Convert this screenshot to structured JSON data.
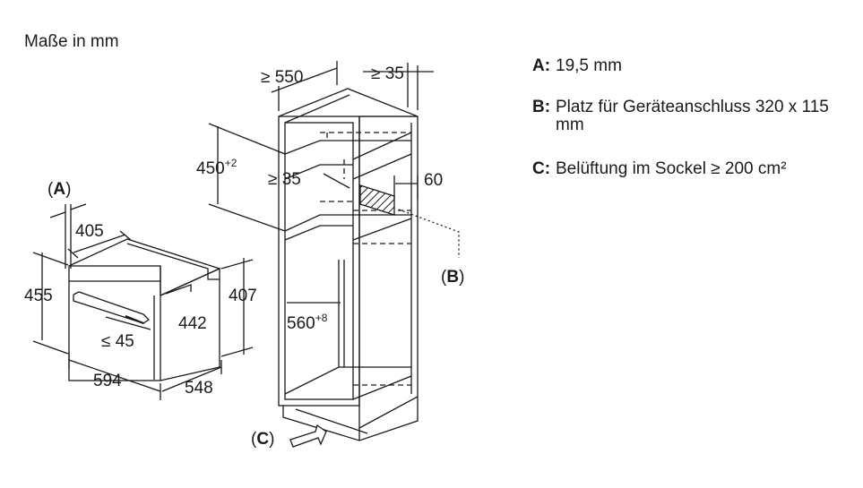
{
  "title": "Maße in mm",
  "labels": {
    "w550": "≥ 550",
    "w35top": "≥ 35",
    "h450": "450",
    "h450sup": "+2",
    "g35": "≥ 35",
    "g60": "60",
    "A": "A",
    "B": "B",
    "C": "C",
    "d405": "405",
    "h455": "455",
    "h442": "442",
    "h407": "407",
    "l45": "≤ 45",
    "w594": "594",
    "d548": "548",
    "w560": "560",
    "w560sup": "+8"
  },
  "legend": [
    {
      "key": "A:",
      "text": "19,5 mm"
    },
    {
      "key": "B:",
      "text": "Platz für Geräteanschluss 320 x 115 mm"
    },
    {
      "key": "C:",
      "text": "Belüftung im Sockel ≥ 200 cm²"
    }
  ]
}
